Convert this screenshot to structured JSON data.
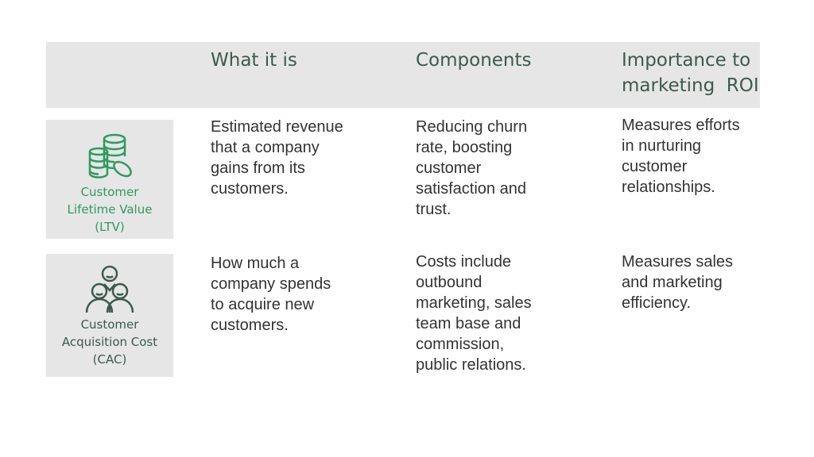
{
  "header": {
    "columns": [
      "What it is",
      "Components",
      "Importance to\nmarketing  ROI"
    ]
  },
  "rows": [
    {
      "label": "Customer\nLifetime Value\n(LTV)",
      "icon": "coins-stack-icon",
      "label_color": "#2e9a62",
      "what_it_is": "Estimated revenue\nthat a company\ngains from its\ncustomers.",
      "components": "Reducing churn\nrate, boosting\ncustomer\nsatisfaction and\ntrust.",
      "importance": "Measures efforts\nin nurturing\ncustomer\nrelationships."
    },
    {
      "label": "Customer\nAcquisition Cost\n(CAC)",
      "icon": "people-group-icon",
      "label_color": "#3d5a4c",
      "what_it_is": "How much a\ncompany spends\nto acquire new\ncustomers.",
      "components": "Costs include\noutbound\nmarketing, sales\nteam base and\ncommission,\npublic relations.",
      "importance": "Measures sales\nand marketing\nefficiency."
    }
  ]
}
